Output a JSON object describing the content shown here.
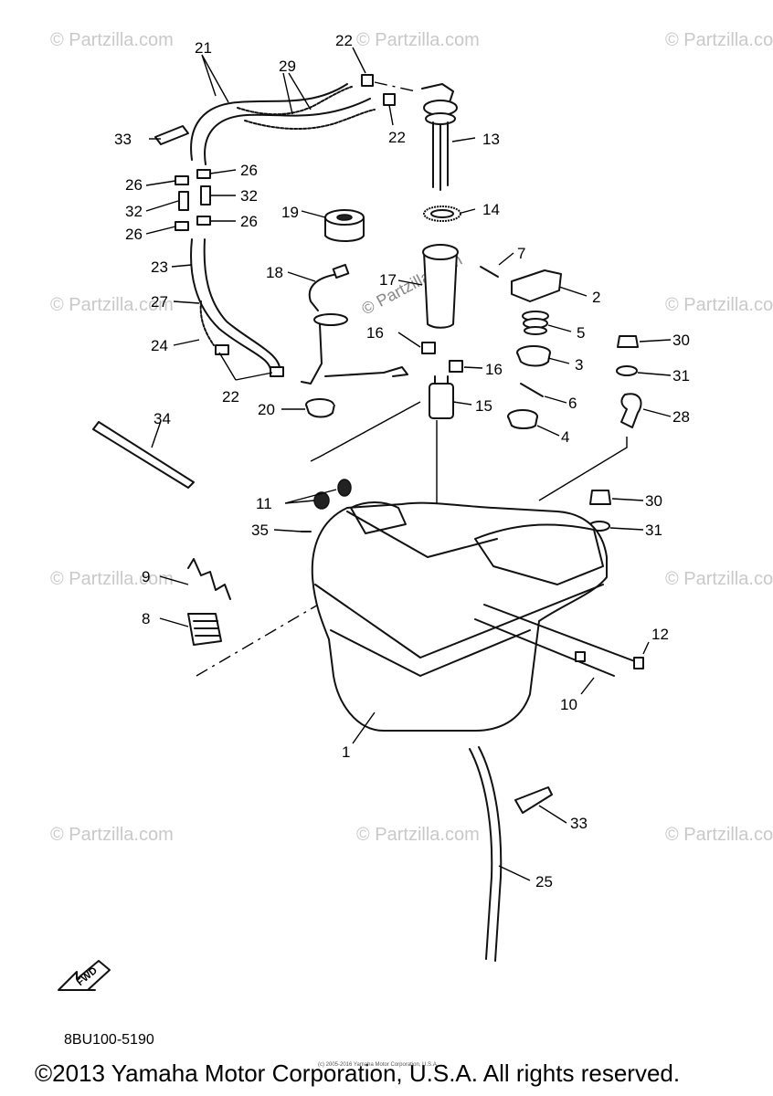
{
  "callouts": {
    "c1": "1",
    "c2": "2",
    "c3": "3",
    "c4": "4",
    "c5": "5",
    "c6": "6",
    "c7": "7",
    "c8": "8",
    "c9": "9",
    "c10": "10",
    "c11": "11",
    "c12": "12",
    "c13": "13",
    "c14": "14",
    "c15": "15",
    "c16a": "16",
    "c16b": "16",
    "c17": "17",
    "c18": "18",
    "c19": "19",
    "c20": "20",
    "c21": "21",
    "c22a": "22",
    "c22b": "22",
    "c22c": "22",
    "c23": "23",
    "c24": "24",
    "c25": "25",
    "c26a": "26",
    "c26b": "26",
    "c26c": "26",
    "c26d": "26",
    "c27": "27",
    "c28": "28",
    "c29": "29",
    "c30a": "30",
    "c30b": "30",
    "c31a": "31",
    "c31b": "31",
    "c32a": "32",
    "c32b": "32",
    "c33a": "33",
    "c33b": "33",
    "c34": "34",
    "c35": "35"
  },
  "watermark": "© Partzilla.com",
  "fwd_label": "FWD",
  "diagram_code": "8BU100-5190",
  "copyright": "©2013 Yamaha Motor Corporation, U.S.A. All rights reserved.",
  "copyright_small": "(c) 2005-2016 Yamaha Motor Corporation, U.S.A."
}
